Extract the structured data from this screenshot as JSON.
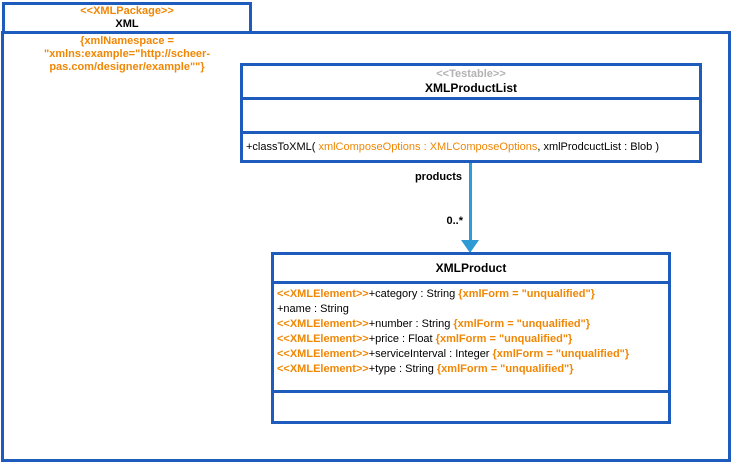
{
  "diagram": {
    "package": {
      "stereotype": "<<XMLPackage>>",
      "name": "XML",
      "namespace_annotation": "{xmlNamespace =\n\"xmlns:example=\"http://scheer-\npas.com/designer/example\"\"}"
    },
    "product_list_class": {
      "stereotype": "<<Testable>>",
      "name": "XMLProductList",
      "operation": {
        "prefix": "+classToXML( ",
        "highlighted": "xmlComposeOptions : XMLComposeOptions",
        "suffix": ", xmlProdcuctList : Blob )"
      }
    },
    "association": {
      "name": "products",
      "multiplicity": "0..*"
    },
    "product_class": {
      "name": "XMLProduct",
      "attributes": [
        {
          "stereotype": "<<XMLElement>>",
          "declaration": "+category : String ",
          "tag": "{xmlForm = \"unqualified\"}"
        },
        {
          "stereotype": "",
          "declaration": "+name : String",
          "tag": ""
        },
        {
          "stereotype": "<<XMLElement>>",
          "declaration": "+number : String ",
          "tag": "{xmlForm = \"unqualified\"}"
        },
        {
          "stereotype": "<<XMLElement>>",
          "declaration": "+price : Float ",
          "tag": "{xmlForm = \"unqualified\"}"
        },
        {
          "stereotype": "<<XMLElement>>",
          "declaration": "+serviceInterval : Integer ",
          "tag": "{xmlForm = \"unqualified\"}"
        },
        {
          "stereotype": "<<XMLElement>>",
          "declaration": "+type : String ",
          "tag": "{xmlForm = \"unqualified\"}"
        }
      ]
    },
    "colors": {
      "box_border_blue": "#1d5bbd",
      "arrow_blue": "#2f9bd5",
      "stereotype_orange": "#f08705",
      "stereotype_gray": "#b3b3b3"
    }
  }
}
